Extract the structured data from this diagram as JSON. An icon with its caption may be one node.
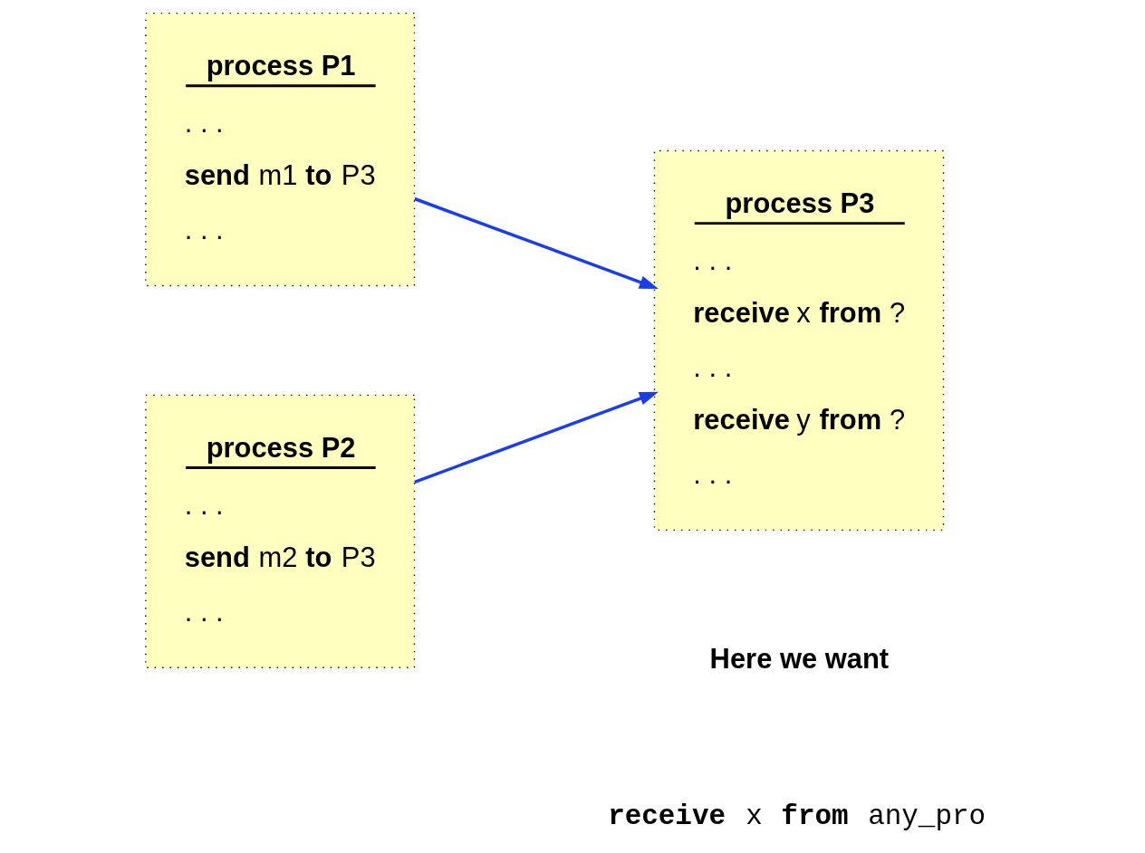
{
  "diagram": {
    "nodes": [
      {
        "text": [
          "process P1",
          ". . .",
          "**send** m1 **to** P3",
          ". . ."
        ]
      },
      {
        "text": [
          "process P2",
          ". . .",
          "**send** m2 **to** P3",
          ". . ."
        ]
      },
      {
        "text": [
          "process P3",
          ". . .",
          "**receive** x **from** ?",
          ". . .",
          "**receive** y **from** ?",
          ". . ."
        ]
      }
    ],
    "edges": [
      {
        "from": 0,
        "to": 2,
        "arrow": "to"
      },
      {
        "from": 1,
        "to": 2,
        "arrow": "to"
      }
    ],
    "labels": [
      "Here we want",
      "**receive** x **from** any_pro"
    ]
  }
}
